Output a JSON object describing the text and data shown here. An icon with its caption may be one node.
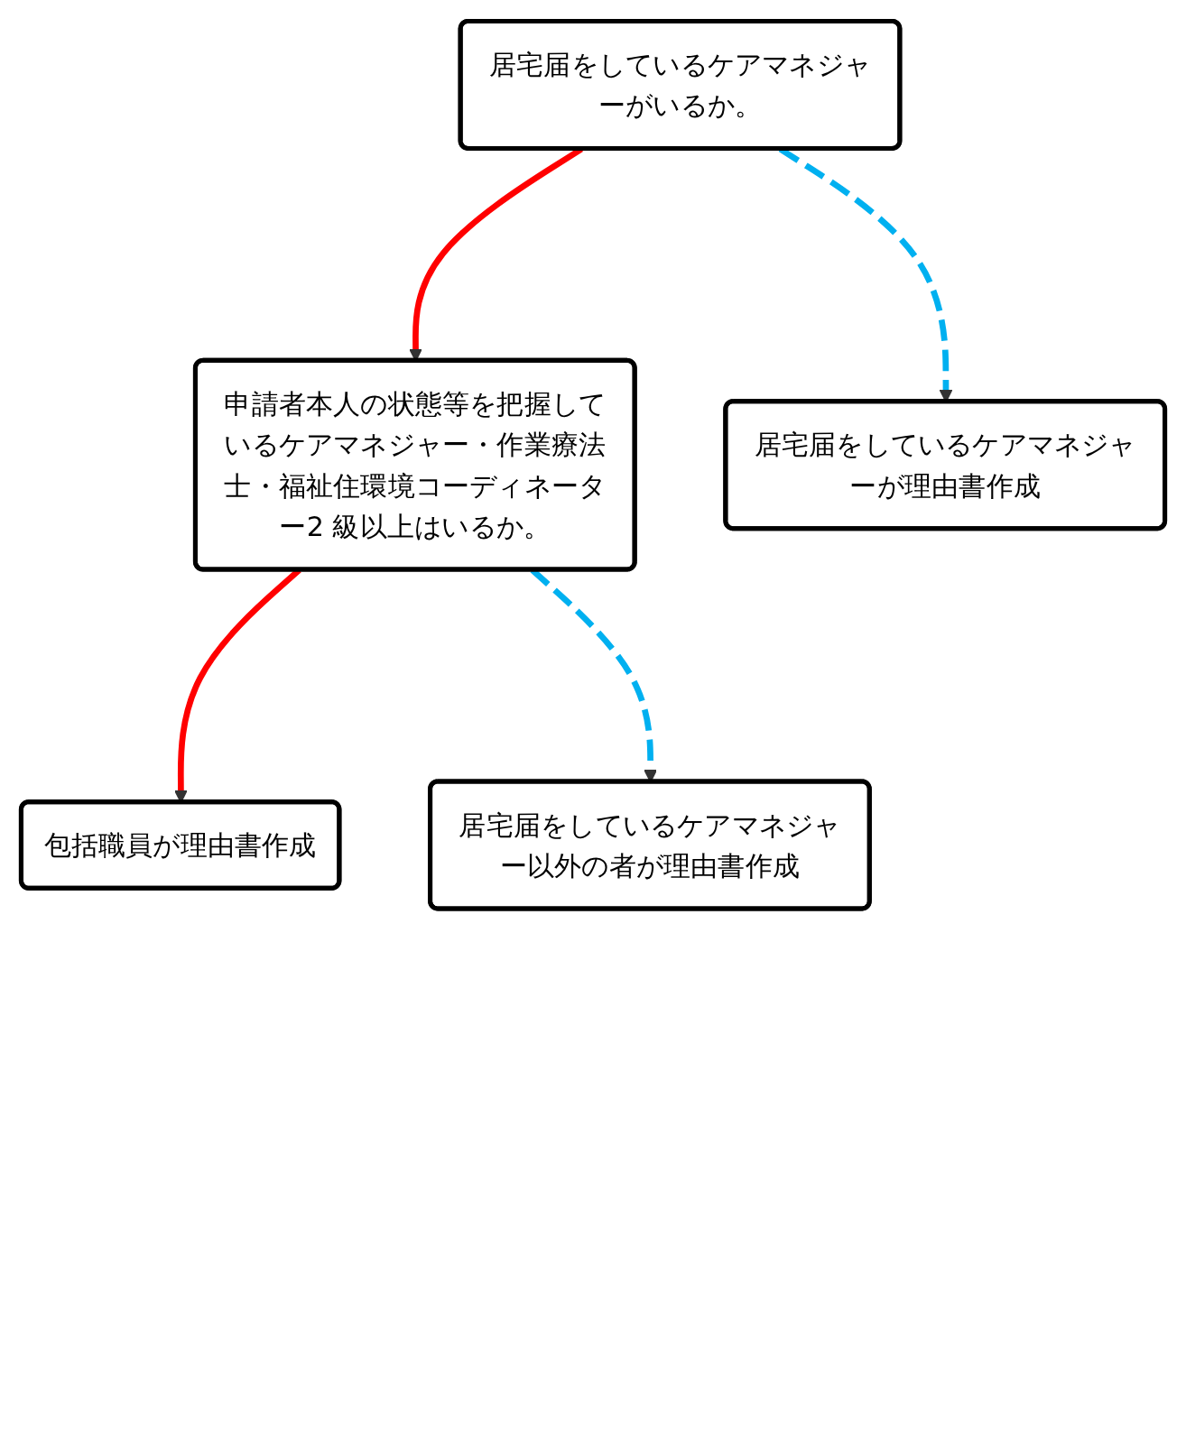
{
  "diagram": {
    "nodes": [
      {
        "text": [
          "居宅届をしているケアマネジャーがいるか。"
        ]
      },
      {
        "text": [
          "申請者本人の状態等を把握しているケアマネジャー・作業療法士・福祉住環境コーディネーター2 級以上はいるか。"
        ]
      },
      {
        "text": [
          "包括職員が理由書作成"
        ]
      },
      {
        "text": [
          "居宅届をしているケアマネジャー以外の者が理由書作成"
        ]
      },
      {
        "text": [
          "居宅届をしているケアマネジャーが理由書作成"
        ]
      }
    ],
    "edges": [
      {
        "from": 0,
        "to": 1,
        "arrow": "to",
        "color": "#ff0000"
      },
      {
        "from": 1,
        "to": 2,
        "arrow": "to",
        "color": "#ff0000"
      },
      {
        "from": 1,
        "to": 3,
        "arrow": "to",
        "style": "dashed",
        "color": "#00b0f0"
      },
      {
        "from": 0,
        "to": 4,
        "arrow": "to",
        "style": "dashed",
        "color": "#00b0f0"
      }
    ]
  }
}
